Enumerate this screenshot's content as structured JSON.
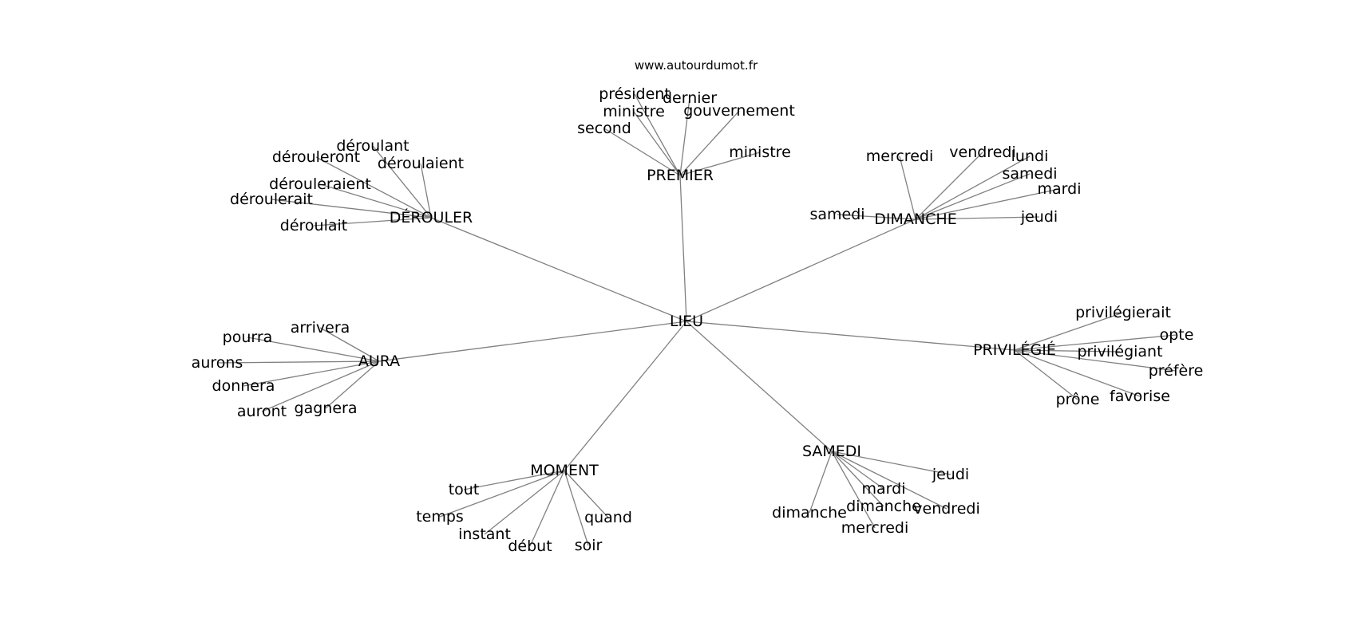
{
  "watermark": "www.autourdumot.fr",
  "colors": {
    "edge": "#808080",
    "text": "#000000",
    "background": "#ffffff"
  },
  "graph": {
    "center": "LIEU",
    "clusters": [
      {
        "hub": "PREMIER",
        "words": [
          "président",
          "dernier",
          "ministre",
          "gouvernement",
          "second",
          "ministre"
        ]
      },
      {
        "hub": "DÉROULER",
        "words": [
          "déroulant",
          "dérouleront",
          "déroulaient",
          "dérouleraient",
          "déroulerait",
          "déroulait"
        ]
      },
      {
        "hub": "DIMANCHE",
        "words": [
          "mercredi",
          "vendredi",
          "lundi",
          "samedi",
          "mardi",
          "samedi",
          "jeudi"
        ]
      },
      {
        "hub": "AURA",
        "words": [
          "arrivera",
          "pourra",
          "aurons",
          "donnera",
          "auront",
          "gagnera"
        ]
      },
      {
        "hub": "PRIVILÉGIÉ",
        "words": [
          "privilégierait",
          "opte",
          "privilégiant",
          "préfère",
          "favorise",
          "prône"
        ]
      },
      {
        "hub": "MOMENT",
        "words": [
          "tout",
          "temps",
          "instant",
          "début",
          "soir",
          "quand"
        ]
      },
      {
        "hub": "SAMEDI",
        "words": [
          "jeudi",
          "mardi",
          "dimanche",
          "vendredi",
          "dimanche",
          "mercredi"
        ]
      }
    ]
  }
}
